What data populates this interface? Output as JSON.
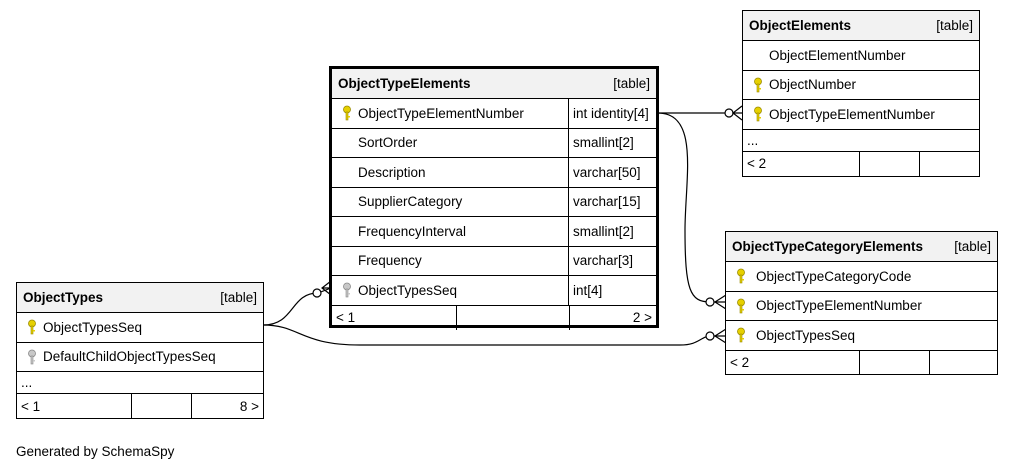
{
  "tables": {
    "object_type_elements": {
      "name": "ObjectTypeElements",
      "kind": "[table]",
      "columns": [
        {
          "name": "ObjectTypeElementNumber",
          "type": "int identity[4]",
          "key": "primary"
        },
        {
          "name": "SortOrder",
          "type": "smallint[2]",
          "key": "none"
        },
        {
          "name": "Description",
          "type": "varchar[50]",
          "key": "none"
        },
        {
          "name": "SupplierCategory",
          "type": "varchar[15]",
          "key": "none"
        },
        {
          "name": "FrequencyInterval",
          "type": "smallint[2]",
          "key": "none"
        },
        {
          "name": "Frequency",
          "type": "varchar[3]",
          "key": "none"
        },
        {
          "name": "ObjectTypesSeq",
          "type": "int[4]",
          "key": "foreign"
        }
      ],
      "footer_left": "< 1",
      "footer_right": "2 >"
    },
    "object_elements": {
      "name": "ObjectElements",
      "kind": "[table]",
      "columns": [
        {
          "name": "ObjectElementNumber",
          "key": "none"
        },
        {
          "name": "ObjectNumber",
          "key": "primary"
        },
        {
          "name": "ObjectTypeElementNumber",
          "key": "primary"
        }
      ],
      "ellipsis": "...",
      "footer_left": "< 2"
    },
    "object_type_category_elements": {
      "name": "ObjectTypeCategoryElements",
      "kind": "[table]",
      "columns": [
        {
          "name": "ObjectTypeCategoryCode",
          "key": "primary"
        },
        {
          "name": "ObjectTypeElementNumber",
          "key": "primary"
        },
        {
          "name": "ObjectTypesSeq",
          "key": "primary"
        }
      ],
      "footer_left": "< 2"
    },
    "object_types": {
      "name": "ObjectTypes",
      "kind": "[table]",
      "columns": [
        {
          "name": "ObjectTypesSeq",
          "key": "primary"
        },
        {
          "name": "DefaultChildObjectTypesSeq",
          "key": "foreign"
        }
      ],
      "ellipsis": "...",
      "footer_left": "< 1",
      "footer_right": "8 >"
    }
  },
  "colors": {
    "primary_key": "#e6d000",
    "foreign_key": "#a8a8a8",
    "header_bg": "#f2f2f2"
  },
  "generated_by": "Generated by SchemaSpy"
}
